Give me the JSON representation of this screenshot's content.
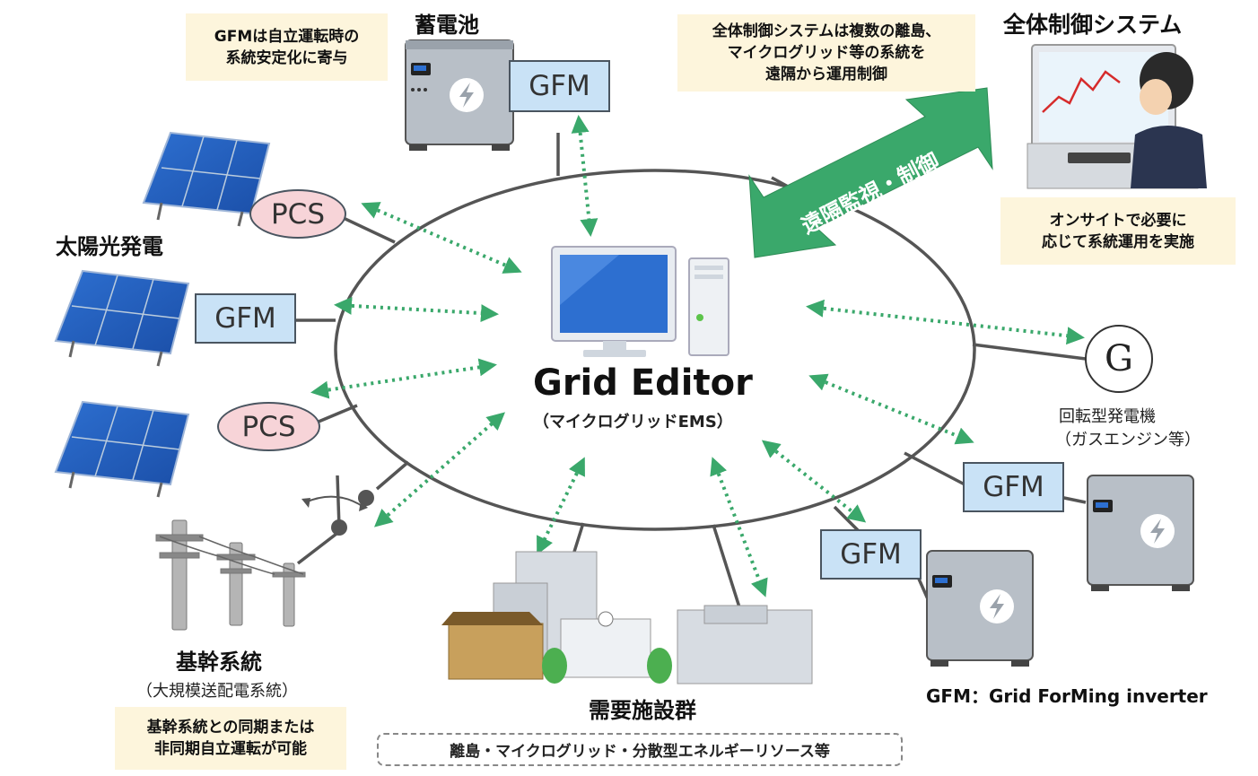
{
  "center": {
    "title": "Grid Editor",
    "subtitle": "（マイクログリッドEMS）"
  },
  "arrow_label": "遠隔監視・制御",
  "nodes": {
    "battery_top": "蓄電池",
    "solar": "太陽光発電",
    "central_control": "全体制御システム",
    "rotating_generator": "回転型発電機",
    "rotating_generator_sub": "（ガスエンジン等）",
    "generator_symbol": "G",
    "trunk_grid": "基幹系統",
    "trunk_grid_sub": "（大規模送配電系統）",
    "demand_facilities": "需要施設群"
  },
  "boxes": {
    "gfm": "GFM",
    "pcs": "PCS"
  },
  "notes": {
    "gfm_note": "GFMは自立運転時の\n系統安定化に寄与",
    "central_note": "全体制御システムは複数の離島、\nマイクログリッド等の系統を\n遠隔から運用制御",
    "onsite_note": "オンサイトで必要に\n応じて系統運用を実施",
    "trunk_note": "基幹系統との同期または\n非同期自立運転が可能"
  },
  "footer": {
    "legend": "GFM：Grid ForMing inverter",
    "scope": "離島・マイクログリッド・分散型エネルギーリソース等"
  },
  "colors": {
    "arrow_green": "#3aa86b",
    "dotted_green": "#3aa86b",
    "gfm_fill": "#c9e2f6",
    "pcs_fill": "#f7d4d8",
    "note_fill": "#fdf5dc",
    "line_gray": "#555555"
  }
}
